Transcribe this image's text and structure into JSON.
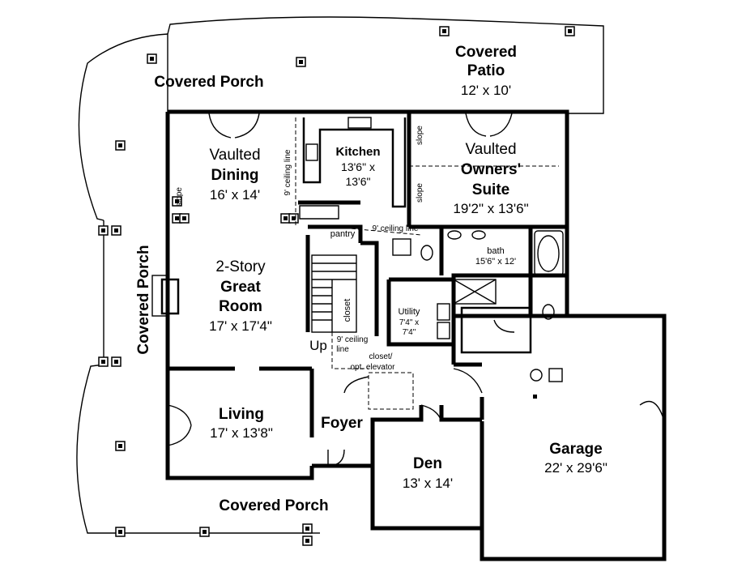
{
  "plan": {
    "covered_porch_top": "Covered Porch",
    "covered_porch_side": "Covered Porch",
    "covered_porch_bottom": "Covered Porch",
    "patio": {
      "name1": "Covered",
      "name2": "Patio",
      "dims": "12' x 10'"
    },
    "dining": {
      "prefix": "Vaulted",
      "name": "Dining",
      "dims": "16' x 14'"
    },
    "kitchen": {
      "name": "Kitchen",
      "dims1": "13'6\" x",
      "dims2": "13'6\""
    },
    "owners": {
      "prefix": "Vaulted",
      "name": "Owners'",
      "name2": "Suite",
      "dims": "19'2\" x 13'6\""
    },
    "great_room": {
      "prefix": "2-Story",
      "name1": "Great",
      "name2": "Room",
      "dims": "17' x 17'4\""
    },
    "living": {
      "name": "Living",
      "dims": "17' x 13'8\""
    },
    "foyer": {
      "name": "Foyer"
    },
    "den": {
      "name": "Den",
      "dims": "13' x 14'"
    },
    "garage": {
      "name": "Garage",
      "dims": "22' x 29'6\""
    },
    "utility": {
      "name": "Utility",
      "dims1": "7'4\" x",
      "dims2": "7'4\""
    },
    "bath": {
      "name": "bath",
      "dims": "15'6\" x 12'"
    },
    "pantry": "pantry",
    "closet": "closet",
    "closet_elevator_1": "closet/",
    "closet_elevator_2": "opt. elevator",
    "up": "Up",
    "ceiling_dining": "9' ceiling line",
    "ceiling_kitchen": "9' ceiling line",
    "ceiling_stair_1": "9' ceiling",
    "ceiling_stair_2": "line",
    "slope": "slope"
  }
}
